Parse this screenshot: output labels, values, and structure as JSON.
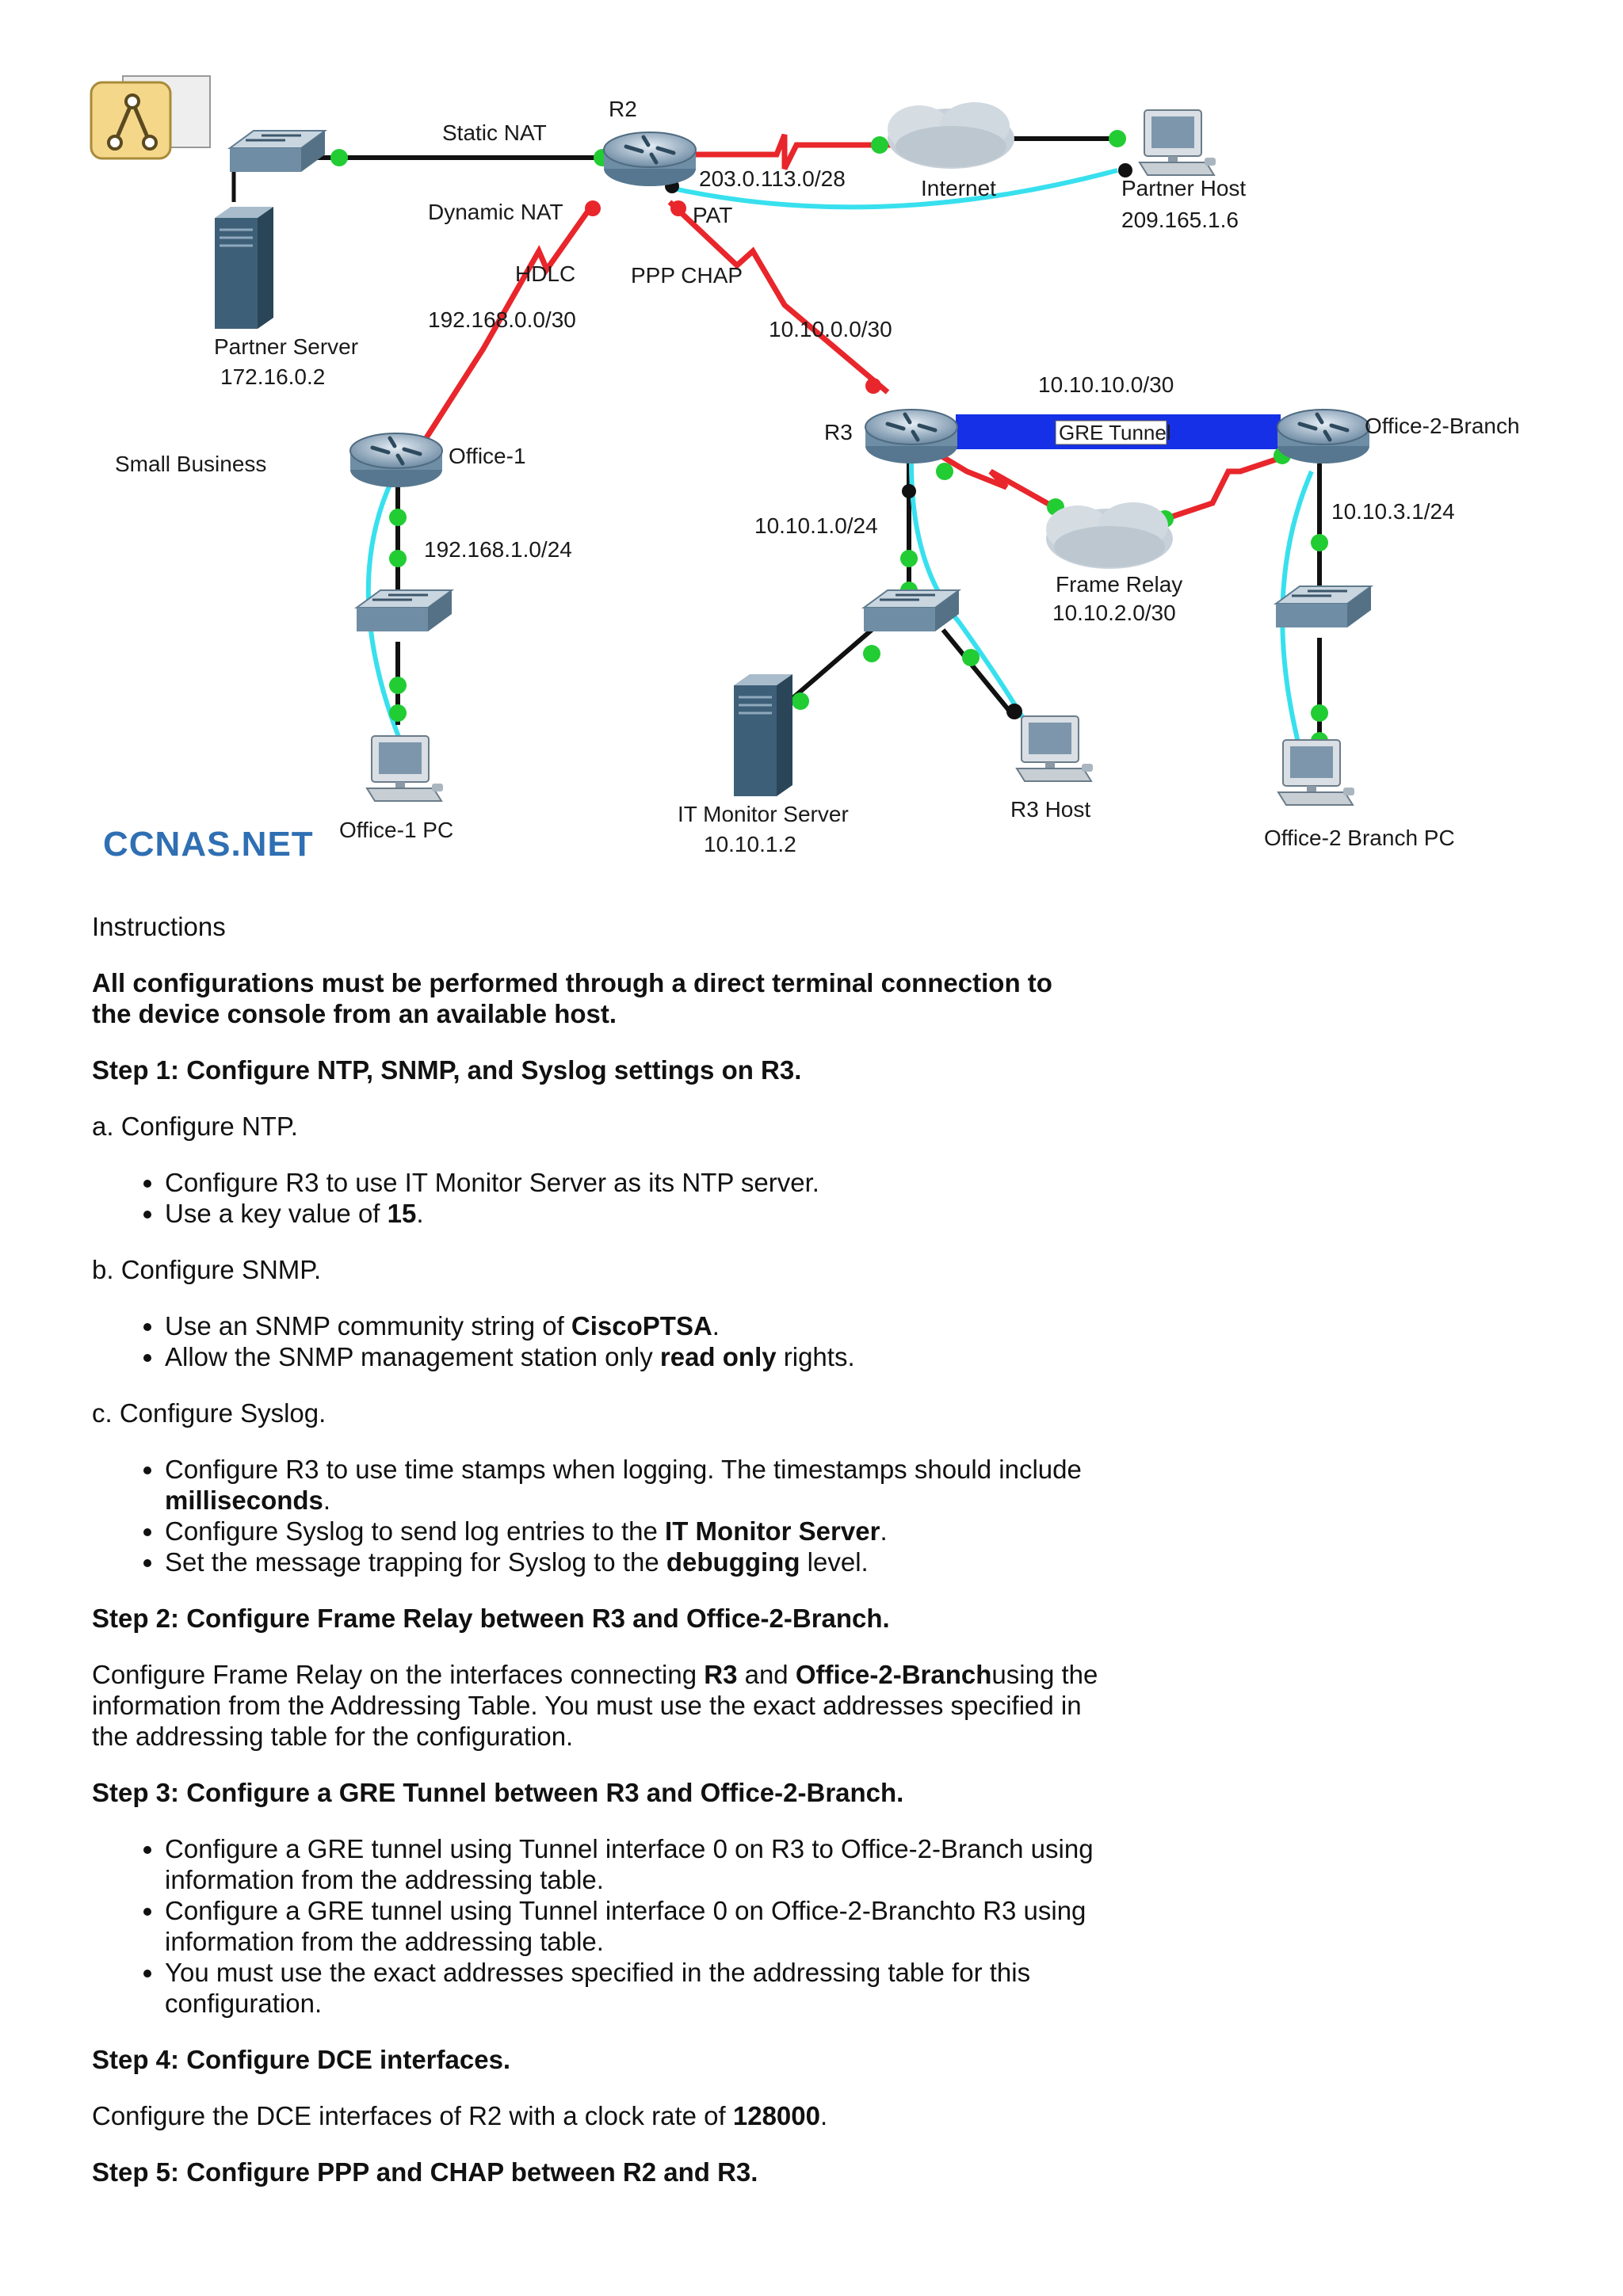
{
  "diagram": {
    "labels": {
      "r2": "R2",
      "static_nat": "Static NAT",
      "dynamic_nat": "Dynamic NAT",
      "hdlc": "HDLC",
      "net_192_168_0": "192.168.0.0/30",
      "net_203": "203.0.113.0/28",
      "pat": "PAT",
      "ppp_chap": "PPP CHAP",
      "net_10_10_0": "10.10.0.0/30",
      "internet": "Internet",
      "partner_host": "Partner Host",
      "partner_host_ip": "209.165.1.6",
      "partner_server": "Partner Server",
      "partner_server_ip": "172.16.0.2",
      "small_business": "Small Business",
      "office1": "Office-1",
      "net_192_168_1": "192.168.1.0/24",
      "office1_pc": "Office-1 PC",
      "r3": "R3",
      "net_10_10_10": "10.10.10.0/30",
      "gre_tunnel": "GRE Tunnel",
      "office2_branch": "Office-2-Branch",
      "net_10_10_1": "10.10.1.0/24",
      "net_10_10_3": "10.10.3.1/24",
      "frame_relay": "Frame Relay",
      "frame_relay_net": "10.10.2.0/30",
      "it_monitor_server": "IT Monitor Server",
      "it_monitor_ip": "10.10.1.2",
      "r3_host": "R3 Host",
      "office2_pc": "Office-2 Branch PC",
      "watermark": "CCNAS.NET"
    },
    "colors": {
      "serial": "#e8262b",
      "ethernet": "#111111",
      "console": "#38e0ee",
      "link_up": "#22cc33",
      "gre": "#1530e6"
    }
  },
  "doc": {
    "instructions": "Instructions",
    "intro": "All configurations must be performed through a direct terminal connection to the device console from an available host.",
    "step1": "Step 1: Configure NTP, SNMP, and Syslog settings on R3.",
    "s1a": "a. Configure NTP.",
    "s1a_1": "Configure R3 to use IT Monitor Server as its NTP server.",
    "s1a_2_pre": "Use a key value of ",
    "s1a_2_b": "15",
    "s1a_2_post": ".",
    "s1b": "b. Configure SNMP.",
    "s1b_1_pre": "Use an SNMP community string of ",
    "s1b_1_b": "CiscoPTSA",
    "s1b_1_post": ".",
    "s1b_2_pre": "Allow the SNMP management station only ",
    "s1b_2_b": "read only",
    "s1b_2_post": " rights.",
    "s1c": "c. Configure Syslog.",
    "s1c_1_pre": "Configure R3 to use time stamps when logging. The timestamps should include ",
    "s1c_1_b": "milliseconds",
    "s1c_1_post": ".",
    "s1c_2_pre": "Configure Syslog to send log entries to the ",
    "s1c_2_b": "IT Monitor Server",
    "s1c_2_post": ".",
    "s1c_3_pre": "Set the message trapping for Syslog to the ",
    "s1c_3_b": "debugging",
    "s1c_3_post": " level.",
    "step2": "Step 2: Configure Frame Relay between R3 and Office-2-Branch.",
    "s2_pre": "Configure Frame Relay on the interfaces connecting ",
    "s2_b1": "R3",
    "s2_mid": " and ",
    "s2_b2": "Office-2-Branch",
    "s2_post": "using the information from the Addressing Table.  You must use the exact addresses specified in the addressing table for the configuration.",
    "step3": "Step 3:  Configure a GRE Tunnel between R3 and Office-2-Branch.",
    "s3_1": "Configure a GRE tunnel using Tunnel interface 0 on R3 to Office-2-Branch using information from the addressing table.",
    "s3_2": "Configure a GRE tunnel using Tunnel interface 0 on Office-2-Branchto R3 using information from the addressing table.",
    "s3_3": "You must use the exact addresses specified in the addressing table for this configuration.",
    "step4": "Step 4: Configure DCE interfaces.",
    "s4_pre": "Configure the DCE interfaces of R2 with a clock rate of ",
    "s4_b": "128000",
    "s4_post": ".",
    "step5": "Step 5:  Configure PPP and CHAP between R2 and R3."
  }
}
